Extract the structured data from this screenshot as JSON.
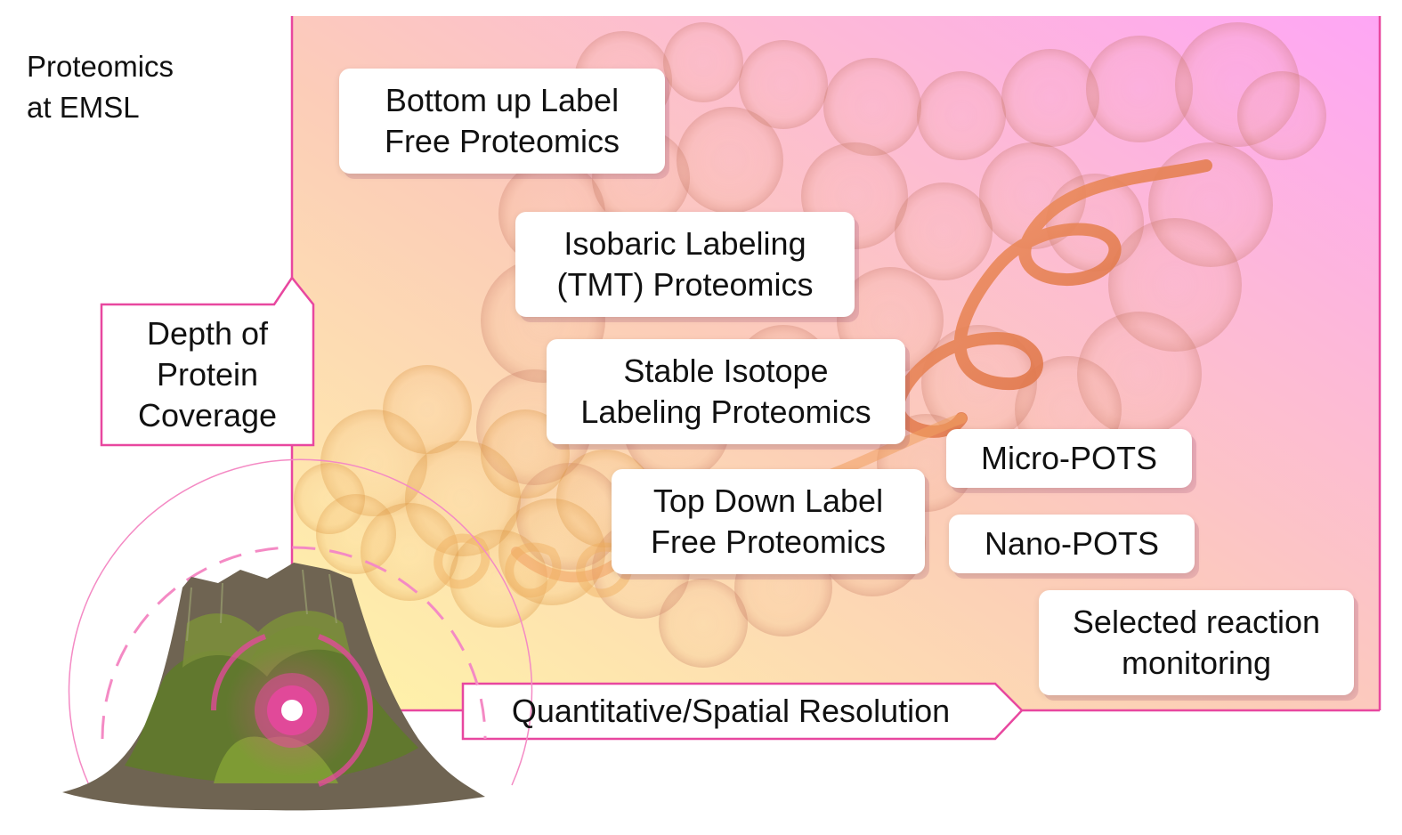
{
  "title": "Proteomics\nat EMSL",
  "y_axis_label": "Depth of\nProtein\nCoverage",
  "x_axis_label": "Quantitative/Spatial Resolution",
  "methods": [
    {
      "label": "Bottom up Label\nFree Proteomics"
    },
    {
      "label": "Isobaric Labeling\n(TMT) Proteomics"
    },
    {
      "label": "Stable Isotope\nLabeling Proteomics"
    },
    {
      "label": "Top Down Label\nFree Proteomics"
    },
    {
      "label": "Micro-POTS"
    },
    {
      "label": "Nano-POTS"
    },
    {
      "label": "Selected reaction\nmonitoring"
    }
  ],
  "colors": {
    "accent": "#e8479f",
    "gradient_bottom_left": "#fff5a8",
    "gradient_top_right": "#fea6f5",
    "protein_ribbon": "#e97b4e",
    "protein_surface": "#e8a07a",
    "stump_moss": "#5f7a2a",
    "stump_wood": "#8a7a66"
  },
  "icons": {
    "protein": "protein-structure-illustration",
    "stump": "mossy-tree-stump-image",
    "origin": "target-origin-icon"
  }
}
